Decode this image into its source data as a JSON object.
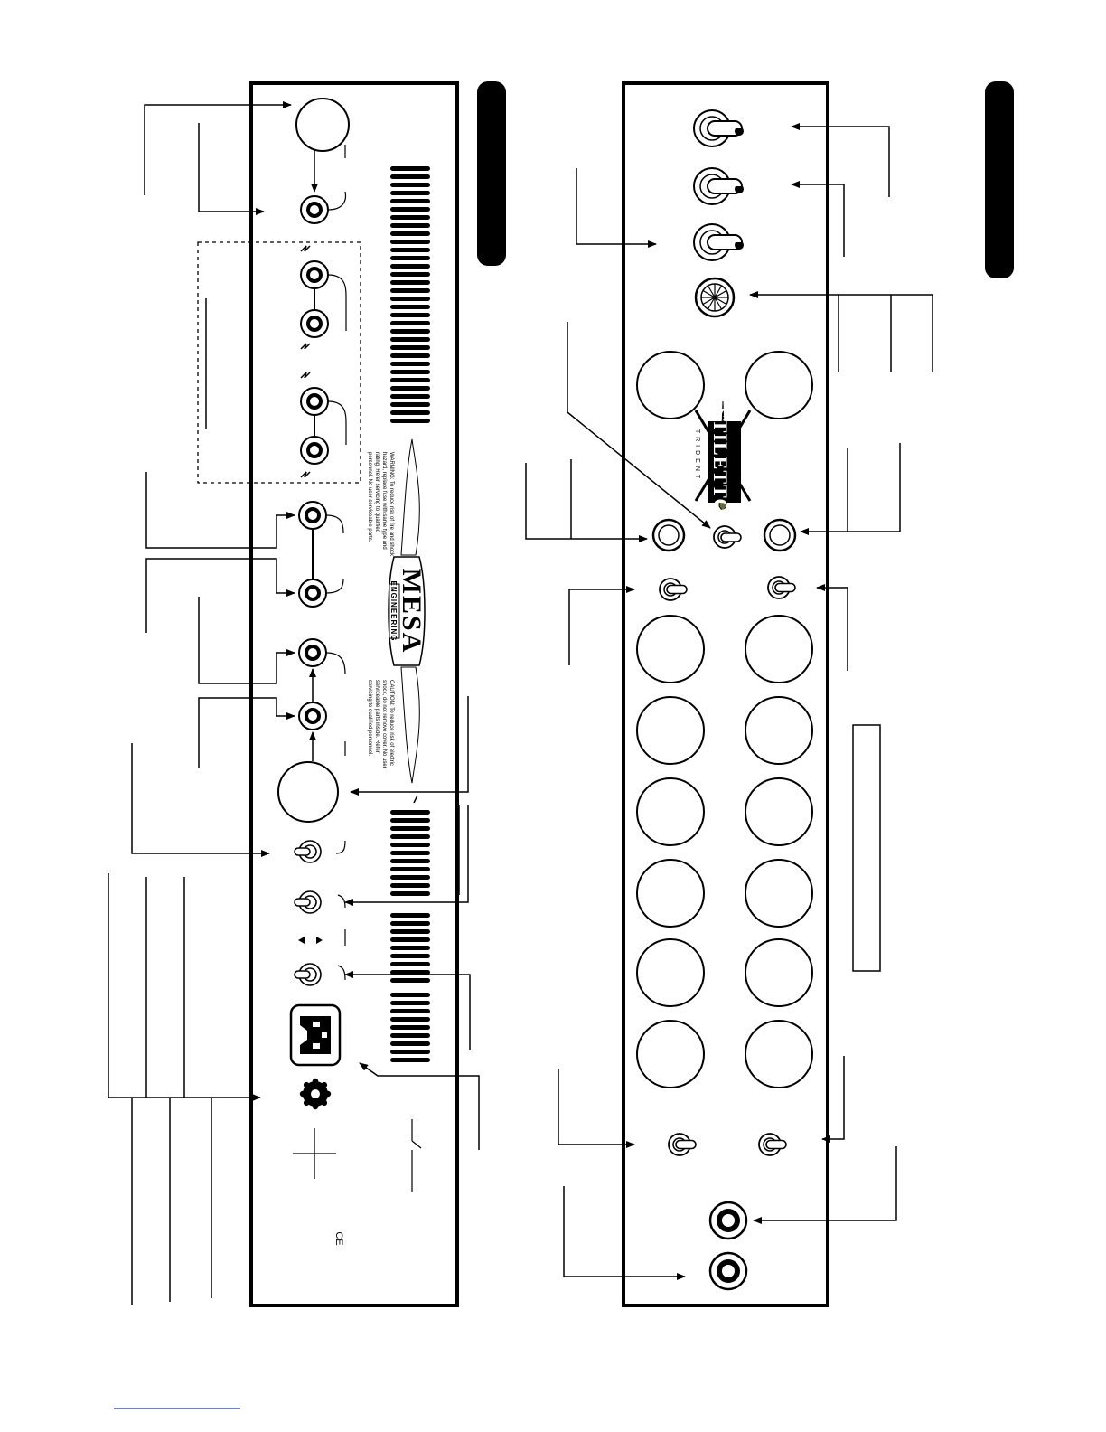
{
  "rear_panel": {
    "logo": {
      "brand": "MESA",
      "sub": "ENGINEERING"
    },
    "warning_text": [
      "WARNING: To reduce risk of fire and shock",
      "hazard, replace fuse with same type and",
      "rating. Refer servicing to qualified",
      "personnel. No user serviceable parts."
    ],
    "caution_text": [
      "CAUTION: To reduce risk of electric",
      "shock, do not remove cover. No user",
      "serviceable parts inside. Refer",
      "servicing to qualified personnel."
    ],
    "ce_mark": "CE"
  },
  "front_panel": {
    "logo": {
      "brand": "STILETTO",
      "sub": "TRIDENT"
    }
  },
  "footer": {
    "rule_color": "#3b55c8"
  }
}
